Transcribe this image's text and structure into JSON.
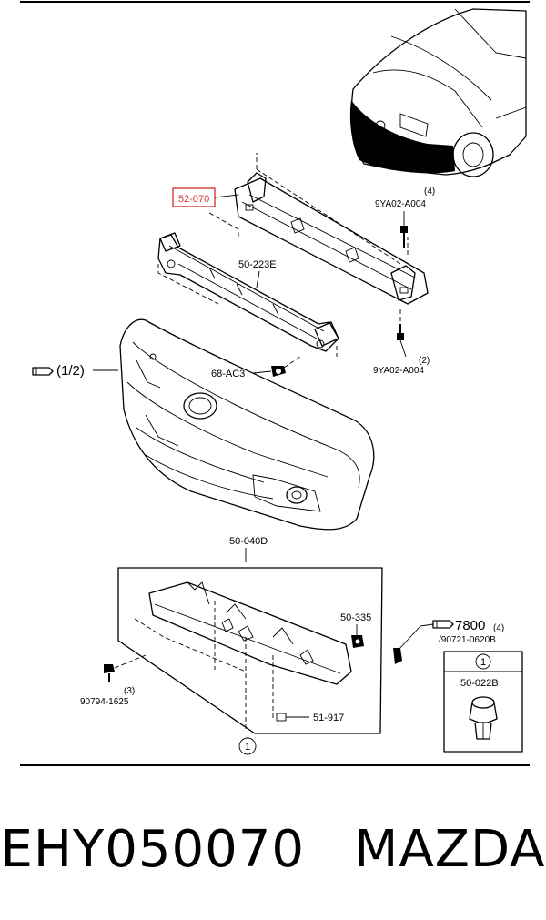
{
  "callouts": {
    "reinforcement": "52-070",
    "absorber": "50-223E",
    "bolt_top": "9YA02-A004",
    "bolt_top_qty": "(4)",
    "bolt_bottom": "9YA02-A004",
    "bolt_bottom_qty": "(2)",
    "clip_68": "68-AC3",
    "bumper_ref": "(1/2)",
    "under_cover": "50-040D",
    "nut": "50-335",
    "ref_7800": "7800",
    "ref_7800_qty": "(4)",
    "ref_7800_sub": "/90721-0620B",
    "screw": "90794-1625",
    "screw_qty": "(3)",
    "seal": "51-917",
    "circle_one": "1",
    "legend_num": "1",
    "legend_part": "50-022B"
  },
  "caption": {
    "part_number": "EHY050070",
    "brand": "MAZDA"
  },
  "colors": {
    "highlight": "#d53a3a",
    "line": "#000000"
  },
  "icons": [
    "pointing-hand-icon",
    "car-front-icon",
    "clip-icon"
  ]
}
